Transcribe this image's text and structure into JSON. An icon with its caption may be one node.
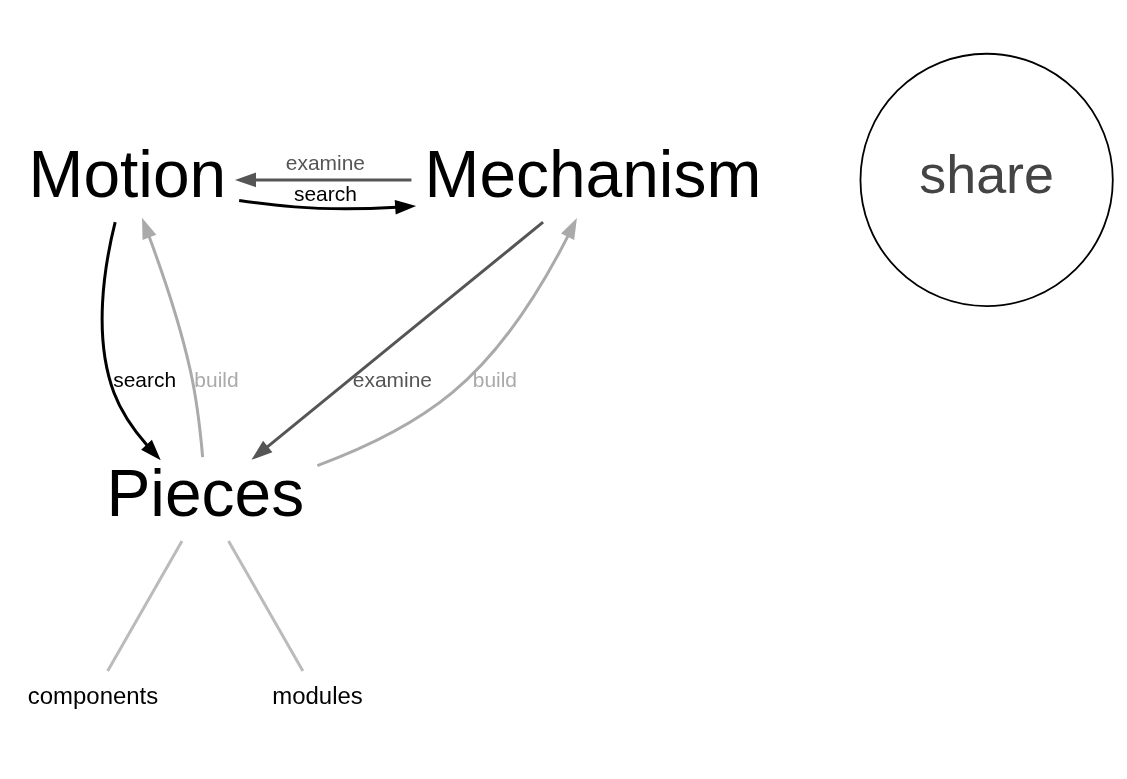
{
  "diagram": {
    "nodes": [
      {
        "text": [
          "Motion"
        ]
      },
      {
        "text": [
          "Mechanism"
        ]
      },
      {
        "text": [
          "share"
        ]
      },
      {
        "text": [
          "Pieces"
        ]
      },
      {
        "text": [
          "components"
        ]
      },
      {
        "text": [
          "modules"
        ]
      }
    ],
    "edges": [
      {
        "from": 0,
        "to": 1,
        "arrow": "to",
        "label": "search",
        "color": "#000000"
      },
      {
        "from": 1,
        "to": 0,
        "arrow": "to",
        "label": "examine",
        "color": "#555555"
      },
      {
        "from": 0,
        "to": 3,
        "arrow": "to",
        "label": "search",
        "color": "#000000"
      },
      {
        "from": 3,
        "to": 0,
        "arrow": "to",
        "label": "build",
        "color": "#aaaaaa"
      },
      {
        "from": 1,
        "to": 3,
        "arrow": "to",
        "label": "examine",
        "color": "#555555"
      },
      {
        "from": 3,
        "to": 1,
        "arrow": "to",
        "label": "build",
        "color": "#aaaaaa"
      },
      {
        "from": 3,
        "to": 4,
        "arrow": "none",
        "color": "#bbbbbb"
      },
      {
        "from": 3,
        "to": 5,
        "arrow": "none",
        "color": "#bbbbbb"
      }
    ]
  }
}
